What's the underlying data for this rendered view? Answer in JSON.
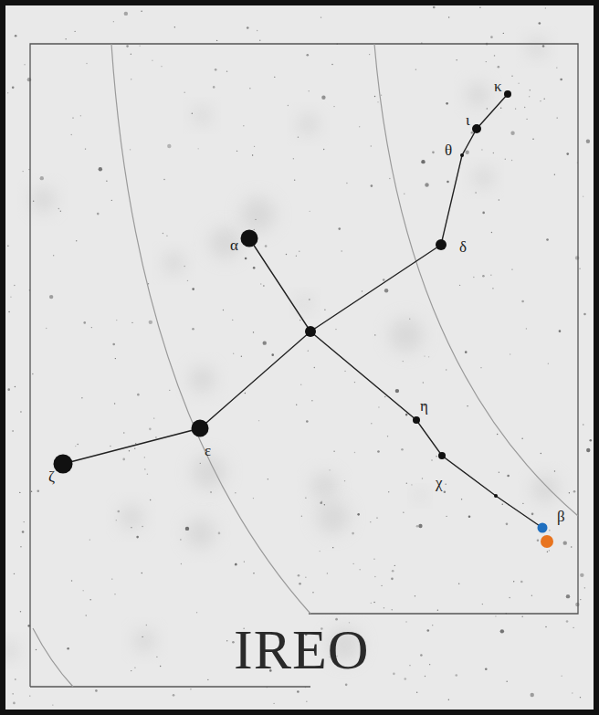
{
  "diagram": {
    "title": "IREO",
    "labels": [
      "κ",
      "ι",
      "θ",
      "α",
      "δ",
      "η",
      "ε",
      "χ",
      "ζ",
      "β"
    ]
  }
}
